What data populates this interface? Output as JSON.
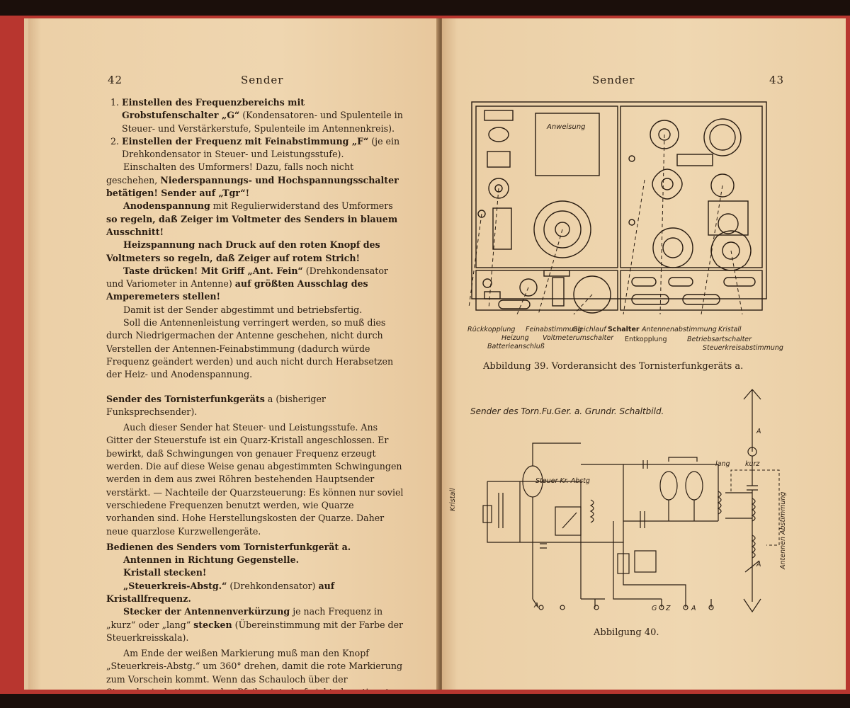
{
  "left_page": {
    "number": "42",
    "running_head": "Sender",
    "items": [
      {
        "num": "1.",
        "bold": "Einstellen des Frequenzbereichs mit Grobstufenschalter „G“",
        "rest": " (Kondensatoren- und Spulenteile in Steuer- und Verstärkerstufe, Spulenteile im Antennenkreis)."
      },
      {
        "num": "2.",
        "bold": "Einstellen der Frequenz mit Feinabstimmung „F“",
        "rest": " (je ein Drehkondensator in Steuer- und Leistungsstufe)."
      }
    ],
    "p1_a": "Einschalten des Umformers! Dazu, falls noch nicht geschehen, ",
    "p1_b": "Niederspannungs- und Hochspannungsschalter betätigen! Sender auf „Tgr“!",
    "p2_a": "Anodenspannung",
    "p2_b": " mit Regulierwiderstand des Umformers ",
    "p2_c": "so regeln, daß Zeiger im Voltmeter des Senders in blauem Ausschnitt!",
    "p3": "Heizspannung nach Druck auf den roten Knopf des Voltmeters so regeln, daß Zeiger auf rotem Strich!",
    "p4_a": "Taste drücken! Mit Griff „Ant. Fein“",
    "p4_b": " (Drehkondensator und Variometer in Antenne) ",
    "p4_c": "auf größten Ausschlag des Amperemeters stellen!",
    "p5": "Damit ist der Sender abgestimmt und betriebsfertig.",
    "p6": "Soll die Antennenleistung verringert werden, so muß dies durch Niedrigermachen der Antenne geschehen, nicht durch Verstellen der Antennen-Feinabstimmung (dadurch würde Frequenz geändert werden) und auch nicht durch Herabsetzen der Heiz- und Anodenspannung.",
    "sec_a": "Sender des Tornisterfunkgeräts",
    "sec_b": " a (bisheriger Funksprechsender).",
    "p7": "Auch dieser Sender hat Steuer- und Leistungsstufe. Ans Gitter der Steuerstufe ist ein Quarz-Kristall angeschlossen. Er bewirkt, daß Schwingungen von genauer Frequenz erzeugt werden. Die auf diese Weise genau abgestimmten Schwingungen werden in dem aus zwei Röhren bestehenden Hauptsender verstärkt. — Nachteile der Quarzsteuerung: Es können nur soviel verschiedene Frequenzen benutzt werden, wie Quarze vorhanden sind. Hohe Herstellungskosten der Quarze. Daher neue quarzlose Kurzwellengeräte.",
    "sec2": "Bedienen des Senders vom Tornisterfunkgerät a.",
    "s1": "Antennen in Richtung Gegenstelle.",
    "s2": "Kristall stecken!",
    "s3_a": "„Steuerkreis-Abstg.“",
    "s3_b": " (Drehkondensator) ",
    "s3_c": "auf Kristallfrequenz.",
    "s4_a": "Stecker der Antennenverkürzung",
    "s4_b": " je nach Frequenz in „kurz“ oder „lang“ ",
    "s4_c": "stecken",
    "s4_d": " (Übereinstimmung mit der Farbe der Steuerkreisskala).",
    "p8": "Am Ende der weißen Markierung muß man den Knopf „Steuerkreis-Abstg.“ um 360° drehen, damit die rote Markierung zum Vorschein kommt. Wenn das Schauloch über der Steuerkreisabstimmung den Pfeil zeigt, darf nicht abgestimmt werden."
  },
  "right_page": {
    "number": "43",
    "running_head": "Sender",
    "fig39": {
      "anweisung": "Anweisung",
      "labels": [
        "Rückkopplung",
        "Heizung",
        "Batterieanschluß",
        "Feinabstimmung",
        "Voltmeterumschalter",
        "Gleichlauf",
        "Schalter",
        "Antennenabstimmung",
        "Entkopplung",
        "Kristall",
        "Betriebsartschalter",
        "Steuerkreisabstimmung"
      ],
      "caption": "Abbildung 39.  Vorderansicht des Tornisterfunkgeräts a."
    },
    "fig40": {
      "title": "Sender des Torn.Fu.Ger. a.  Grundr. Schaltbild.",
      "labels": [
        "Steuer Kr. Abstg",
        "Kristall",
        "lang",
        "kurz",
        "Antennen Abstimmung",
        "A",
        "G",
        "Z",
        "A",
        "A",
        "A"
      ],
      "caption": "Abbilgung 40."
    }
  }
}
